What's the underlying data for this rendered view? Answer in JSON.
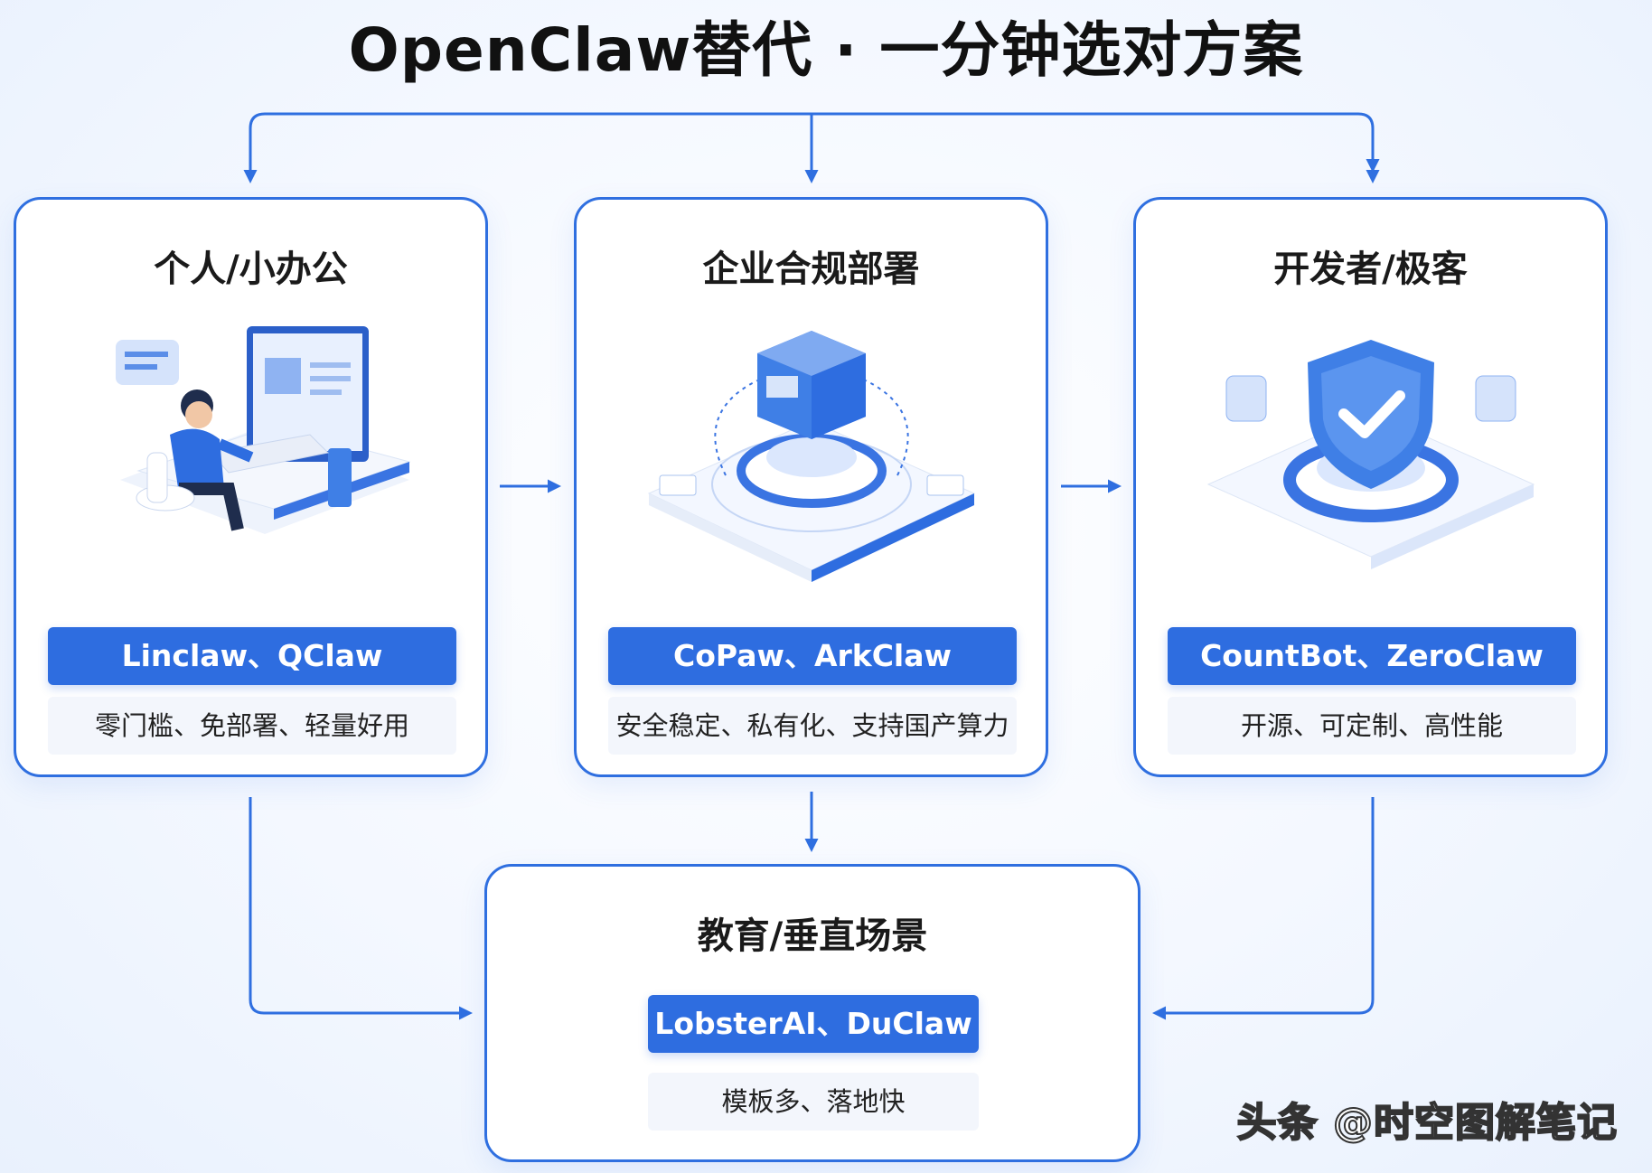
{
  "title": "OpenClaw替代 · 一分钟选对方案",
  "colors": {
    "accent": "#2e6de0",
    "border": "#2f6fe0",
    "desc_bg": "#f3f6fc",
    "arrow": "#2f6fe0"
  },
  "cards": [
    {
      "heading": "个人/小办公",
      "products": "Linclaw、QClaw",
      "description": "零门槛、免部署、轻量好用",
      "icon": "person-at-computer-illustration"
    },
    {
      "heading": "企业合规部署",
      "products": "CoPaw、ArkClaw",
      "description": "安全稳定、私有化、支持国产算力",
      "icon": "server-cube-illustration"
    },
    {
      "heading": "开发者/极客",
      "products": "CountBot、ZeroClaw",
      "description": "开源、可定制、高性能",
      "icon": "shield-check-illustration"
    },
    {
      "heading": "教育/垂直场景",
      "products": "LobsterAI、DuClaw",
      "description": "模板多、落地快"
    }
  ],
  "watermark": "头条 @时空图解笔记"
}
